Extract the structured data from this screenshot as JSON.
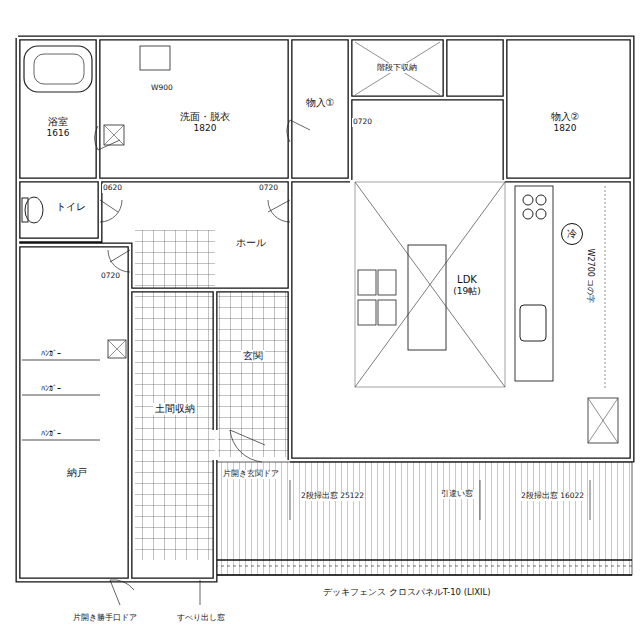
{
  "diagram": {
    "nodes": [
      {
        "text": [
          "浴室",
          "1616"
        ]
      },
      {
        "text": [
          "洗面・脱衣",
          "1820"
        ]
      },
      {
        "text": [
          "物入①"
        ]
      },
      {
        "text": [
          "階段下収納"
        ]
      },
      {
        "text": [
          "物入②",
          "1820"
        ]
      },
      {
        "text": [
          "トイレ"
        ]
      },
      {
        "text": [
          "ホール"
        ]
      },
      {
        "text": [
          "LDK",
          "(19帖)"
        ]
      },
      {
        "text": [
          "玄関"
        ]
      },
      {
        "text": [
          "土間収納"
        ]
      },
      {
        "text": [
          "納戸"
        ]
      },
      {
        "text": [
          "W2700 コの字"
        ]
      },
      {
        "text": [
          "冷"
        ]
      }
    ],
    "labels": [
      "W900",
      "0720",
      "0620",
      "0720",
      "0720",
      "ﾊﾝｶﾞｰ",
      "ﾊﾝｶﾞｰ",
      "ﾊﾝｶﾞｰ",
      "片開き玄関ドア",
      "2段掃出窓 25122",
      "引違い窓",
      "2段掃出窓 16022",
      "デッキフェンス クロスパネルT-10 (LIXIL)",
      "片開き勝手口ドア",
      "すべり出し窓"
    ]
  }
}
